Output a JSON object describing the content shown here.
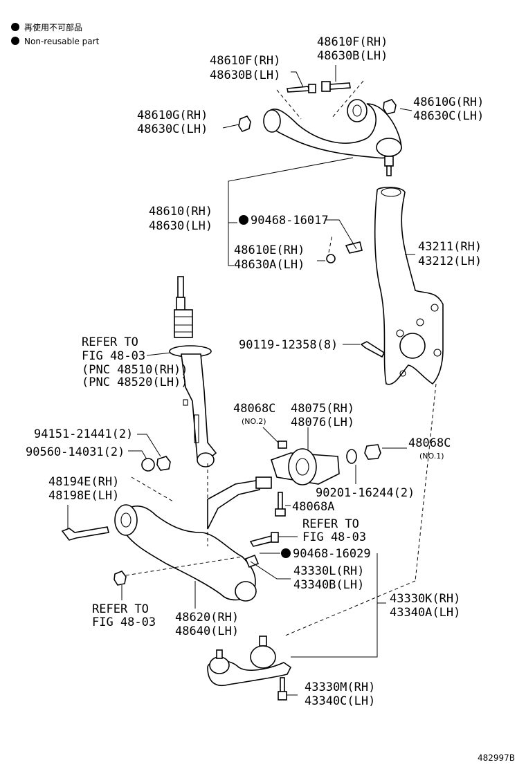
{
  "legend": {
    "jp": "再使用不可部品",
    "en": "Non-reusable part"
  },
  "labels": {
    "p48610F_top_rh": "48610F(RH)",
    "p48630B_top_lh": "48630B(LH)",
    "p48610F_rh": "48610F(RH)",
    "p48630B_lh": "48630B(LH)",
    "p48610G_right_rh": "48610G(RH)",
    "p48630C_right_lh": "48630C(LH)",
    "p48610G_left_rh": "48610G(RH)",
    "p48630C_left_lh": "48630C(LH)",
    "p48610_rh": "48610(RH)",
    "p48630_lh": "48630(LH)",
    "p90468_16017": "90468-16017",
    "p48610E_rh": "48610E(RH)",
    "p48630A_lh": "48630A(LH)",
    "p43211_rh": "43211(RH)",
    "p43212_lh": "43212(LH)",
    "refer1_a": "REFER TO",
    "refer1_b": "FIG 48-03",
    "refer1_c": "(PNC 48510(RH))",
    "refer1_d": "(PNC 48520(LH))",
    "p90119": "90119-12358(8)",
    "p48068C_a": "48068C",
    "p48068C_a_no": "(NO.2)",
    "p48075_rh": "48075(RH)",
    "p48076_lh": "48076(LH)",
    "p94151": "94151-21441(2)",
    "p90560": "90560-14031(2)",
    "p48068C_b": "48068C",
    "p48068C_b_no": "(NO.1)",
    "p48194E_rh": "48194E(RH)",
    "p48198E_lh": "48198E(LH)",
    "p90201": "90201-16244(2)",
    "p48068A": "48068A",
    "refer2_a": "REFER TO",
    "refer2_b": "FIG 48-03",
    "p90468_16029": "90468-16029",
    "p43330L_rh": "43330L(RH)",
    "p43340B_lh": "43340B(LH)",
    "p43330K_rh": "43330K(RH)",
    "p43340A_lh": "43340A(LH)",
    "refer3_a": "REFER TO",
    "refer3_b": "FIG 48-03",
    "p48620_rh": "48620(RH)",
    "p48640_lh": "48640(LH)",
    "p43330M_rh": "43330M(RH)",
    "p43340C_lh": "43340C(LH)",
    "diagram_id": "482997B"
  }
}
